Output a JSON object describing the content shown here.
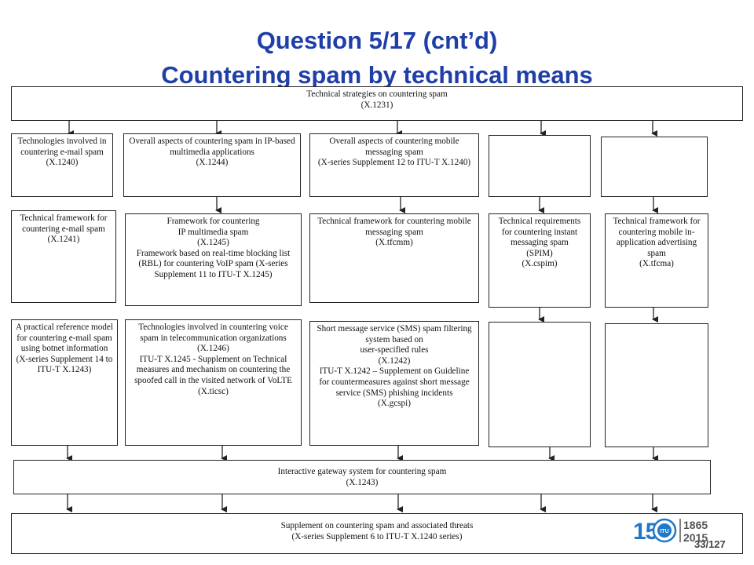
{
  "title_line1": "Question 5/17 (cnt’d)",
  "title_line2": "Countering spam by technical means",
  "colors": {
    "title": "#1f3fa8",
    "border": "#222222",
    "logo_blue": "#1f78c8",
    "logo_gray": "#555555"
  },
  "boxes": {
    "top": "Technical strategies on countering spam\n(X.1231)",
    "r1c1": "Technologies involved in countering e-mail spam\n(X.1240)",
    "r1c2": "Overall aspects of countering spam in IP-based multimedia applications\n(X.1244)",
    "r1c3": "Overall aspects of countering mobile messaging spam\n(X-series  Supplement 12 to ITU-T X.1240)",
    "r1c4": "",
    "r1c5": "",
    "r2c1": "Technical framework for countering e-mail spam\n(X.1241)",
    "r2c2": "Framework for countering\nIP multimedia spam\n(X.1245)\nFramework based on real-time blocking list (RBL)  for countering VoIP spam (X-series  Supplement 11 to ITU-T X.1245)",
    "r2c3": "Technical framework for countering mobile messaging spam\n(X.tfcmm)",
    "r2c4": "Technical requirements for countering instant messaging spam\n(SPIM)\n(X.cspim)",
    "r2c5": "Technical framework for countering mobile in-application advertising spam\n(X.tfcma)",
    "r3c1": "A practical reference model for countering e-mail spam using botnet information\n(X-series Supplement 14 to ITU-T X.1243)",
    "r3c2": "Technologies involved in countering voice spam in telecommunication organizations\n(X.1246)\nITU-T X.1245 - Supplement on Technical measures and mechanism on countering the spoofed call in the visited network of VoLTE\n(X.ticsc)",
    "r3c3": "Short message service (SMS) spam filtering system based on\nuser-specified rules\n(X.1242)\nITU-T X.1242 – Supplement on Guideline  for countermeasures against short message service (SMS) phishing incidents\n(X.gcspi)",
    "r3c4": "",
    "r3c5": "",
    "gateway": "Interactive gateway system for countering spam\n(X.1243)",
    "supplement": "Supplement on countering spam and associated threats\n(X-series  Supplement 6 to ITU-T X.1240 series)"
  },
  "logo": {
    "number": "150",
    "years_top": "1865",
    "years_bottom": "2015",
    "emblem": "ITU"
  },
  "page_number": "33/127"
}
